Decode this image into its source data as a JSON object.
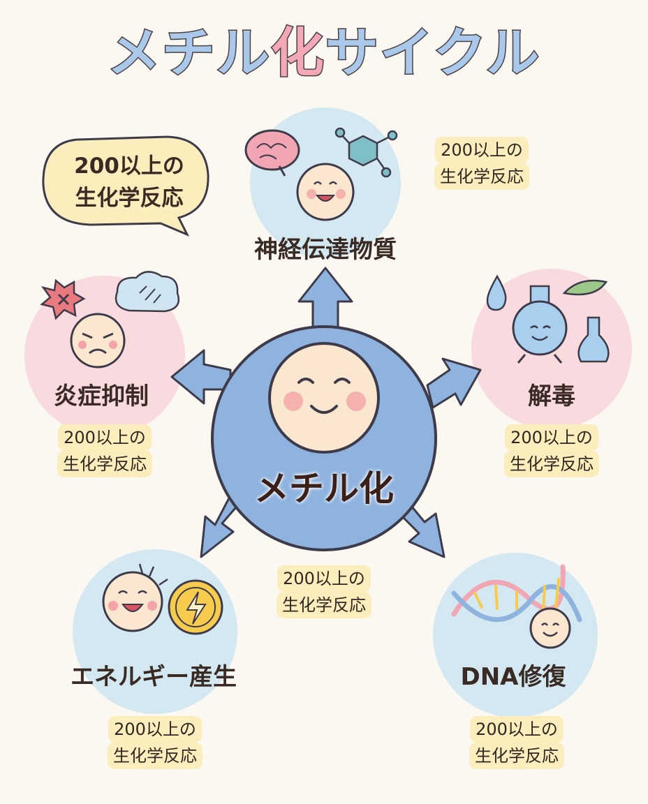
{
  "title": {
    "part1": "メチル",
    "part2": "化",
    "part3": "サイクル"
  },
  "center": {
    "label": "メチル化"
  },
  "speech_bubble": {
    "line1": "200以上の",
    "line2": "生化学反応"
  },
  "nodes": {
    "neurotransmitter": {
      "label": "神経伝達物質",
      "rx1": "200以上の",
      "rx2": "生化学反応"
    },
    "inflammation": {
      "label": "炎症抑制",
      "rx1": "200以上の",
      "rx2": "生化学反応"
    },
    "detox": {
      "label": "解毒",
      "rx1": "200以上の",
      "rx2": "生化学反応"
    },
    "center_bottom": {
      "rx1": "200以上の",
      "rx2": "生化学反応"
    },
    "energy": {
      "label": "エネルギー産生",
      "rx1": "200以上の",
      "rx2": "生化学反応"
    },
    "dna": {
      "label": "DNA修復",
      "rx1": "200以上の",
      "rx2": "生化学反応"
    }
  },
  "colors": {
    "blue_circle": "#cfe6f2",
    "pink_circle": "#f8d6dc",
    "hub": "#8fb3df",
    "face": "#fbe6cf",
    "highlight": "#fbeebc"
  },
  "icons": [
    "brain-icon",
    "molecule-icon",
    "water-drop-icon",
    "flask-icon",
    "leaf-icon",
    "anger-burst-icon",
    "cloud-icon",
    "lightning-coin-icon",
    "dna-helix-icon"
  ]
}
